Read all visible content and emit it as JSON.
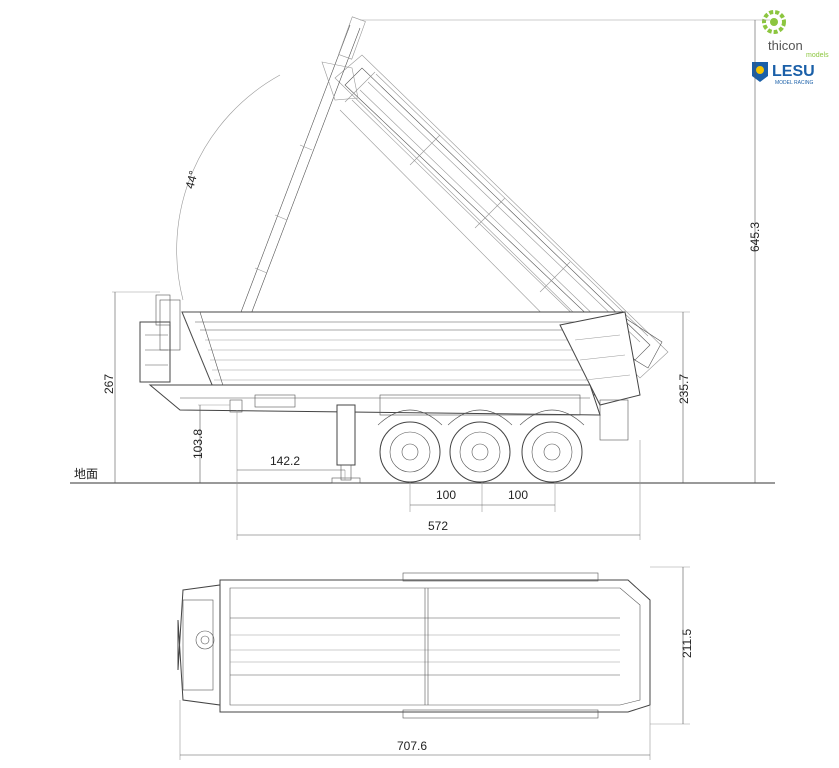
{
  "brand": {
    "thicon_name": "thicon",
    "thicon_sub": "models",
    "lesu_name": "LESU",
    "lesu_sub": "MODEL RACING",
    "thicon_color": "#8cc63f",
    "lesu_color": "#1a5fa8"
  },
  "dimensions": {
    "tilt_angle": "44°",
    "total_height": "645.3",
    "front_height": "267",
    "box_height": "235.7",
    "hitch_height": "103.8",
    "kingpin_to_leg": "142.2",
    "axle_spacing_1": "100",
    "axle_spacing_2": "100",
    "wheelbase": "572",
    "top_width": "211.5",
    "total_length": "707.6",
    "ground_label": "地面"
  }
}
